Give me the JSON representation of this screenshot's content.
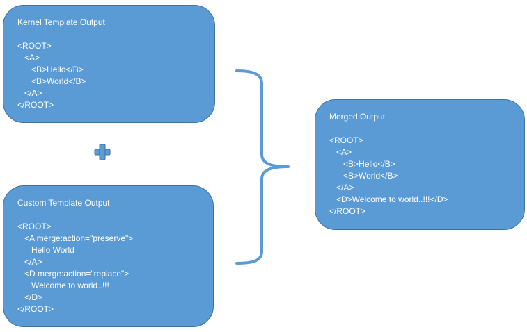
{
  "colors": {
    "box_fill": "#5b9bd5",
    "box_border": "#41719c",
    "text": "#ffffff",
    "plus": "#5b9bd5",
    "bracket": "#5b9bd5"
  },
  "icons": {
    "plus": "plus-icon",
    "brace": "right-curly-brace-icon"
  },
  "kernel_box": {
    "title": "Kernel Template Output",
    "lines": [
      "<ROOT>",
      "   <A>",
      "      <B>Hello</B>",
      "      <B>World</B>",
      "   </A>",
      "</ROOT>"
    ]
  },
  "custom_box": {
    "title": "Custom Template Output",
    "lines": [
      "<ROOT>",
      "   <A merge:action=\"preserve\">",
      "      Hello World",
      "   </A>",
      "   <D merge:action=\"replace\">",
      "      Welcome to world..!!!",
      "   </D>",
      "</ROOT>"
    ]
  },
  "merged_box": {
    "title": "Merged Output",
    "lines": [
      "<ROOT>",
      "   <A>",
      "      <B>Hello</B>",
      "      <B>World</B>",
      "   </A>",
      "   <D>Welcome to world..!!!</D>",
      "</ROOT>"
    ]
  }
}
